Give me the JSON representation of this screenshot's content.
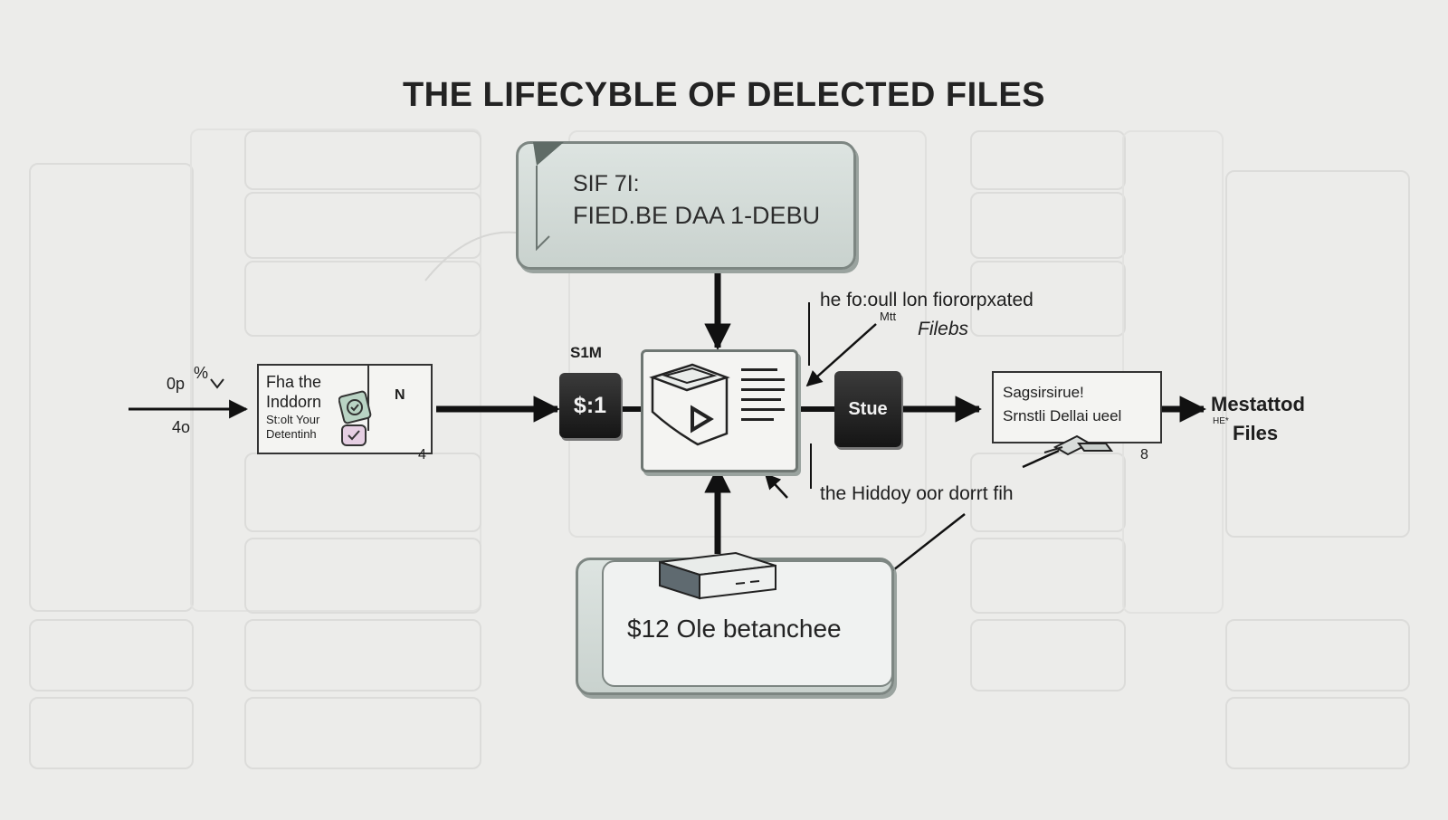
{
  "diagram": {
    "title": "THE LIFECYBLE OF DELECTED FILES",
    "top_box": {
      "line1": "SIF 7I:",
      "line2": "FIED.BE DAA 1-DEBU"
    },
    "bottom_box": {
      "label": "$12 Ole betanchee"
    },
    "input": {
      "side_top": "0p",
      "side_mark": "%",
      "side_bottom": "4o",
      "card_line1": "Fha the",
      "card_line2": "Inddorn",
      "card_line3": "St:olt Your",
      "card_line4": "Detentinh",
      "card_tag": "N",
      "card_number": "4"
    },
    "step1": {
      "label": "S1M",
      "box": "$:1"
    },
    "process": {
      "label_top": "he fo:oull lon fiororpxated",
      "label_mid": "Mtt",
      "label_files": "Filebs",
      "label_bottom": "the Hiddoy oor dorrt fih"
    },
    "step2": {
      "box": "Stue"
    },
    "output_box": {
      "line1": "Sagsirsirue!",
      "line2": "Srnstli Dellai ueel",
      "number": "8"
    },
    "final": {
      "line1": "Mestattod",
      "small": "HE*",
      "line2": "Files"
    }
  }
}
